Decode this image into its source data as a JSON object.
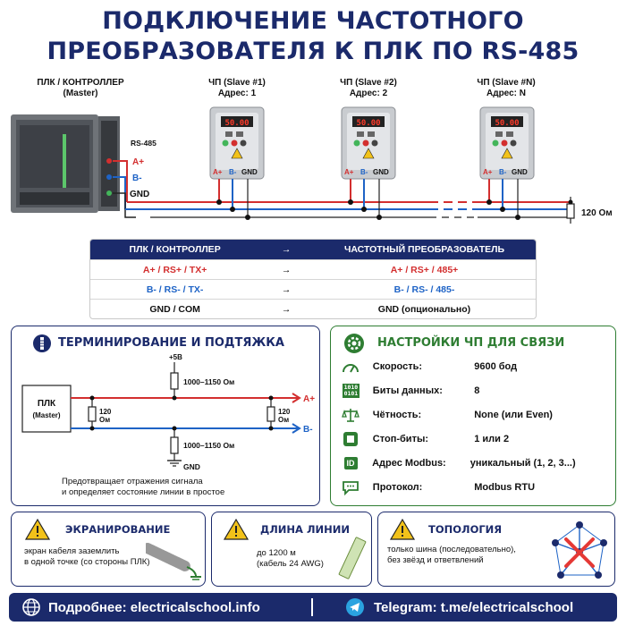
{
  "title": {
    "line1": "ПОДКЛЮЧЕНИЕ ЧАСТОТНОГО",
    "line2": "ПРЕОБРАЗОВАТЕЛЯ К ПЛК ПО RS-485"
  },
  "wiring": {
    "plc_label_1": "ПЛК / КОНТРОЛЛЕР",
    "plc_label_2": "(Master)",
    "rs485_label": "RS-485",
    "term_a": "A+",
    "term_b": "B-",
    "term_gnd": "GND",
    "vfd_terms": [
      "A+",
      "B-",
      "GND"
    ],
    "slaves": [
      {
        "name": "ЧП (Slave #1)",
        "addr": "Адрес: 1",
        "display": "50.00"
      },
      {
        "name": "ЧП (Slave #2)",
        "addr": "Адрес: 2",
        "display": "50.00"
      },
      {
        "name": "ЧП (Slave #N)",
        "addr": "Адрес: N",
        "display": "50.00"
      }
    ],
    "resistor": "120 Ом",
    "colors": {
      "a_line": "#d32f2f",
      "b_line": "#1e63c6",
      "gnd_line": "#222222",
      "brand": "#1b2a6b",
      "green": "#2e7d32"
    }
  },
  "table": {
    "header": [
      "ПЛК / КОНТРОЛЛЕР",
      "→",
      "ЧАСТОТНЫЙ ПРЕОБРАЗОВАТЕЛЬ"
    ],
    "rows": [
      [
        "A+ / RS+ / TX+",
        "→",
        "A+ / RS+ / 485+"
      ],
      [
        "B- / RS- / TX-",
        "→",
        "B- / RS- / 485-"
      ],
      [
        "GND / COM",
        "→",
        "GND (опционально)"
      ]
    ]
  },
  "termination": {
    "title": "ТЕРМИНИРОВАНИЕ И ПОДТЯЖКА",
    "plc": "ПЛК",
    "master": "(Master)",
    "plus5": "+5В",
    "pullup": "1000–1150 Ом",
    "pulldown": "1000–1150 Ом",
    "r_left": "120",
    "r_left_unit": "Ом",
    "r_right": "120",
    "r_right_unit": "Ом",
    "a": "A+",
    "b": "B-",
    "gnd": "GND",
    "note1": "Предотвращает отражения сигнала",
    "note2": "и определяет состояние линии в простое"
  },
  "settings": {
    "title": "НАСТРОЙКИ ЧП ДЛЯ СВЯЗИ",
    "rows": [
      {
        "icon": "speedometer-icon",
        "label": "Скорость:",
        "value": "9600 бод"
      },
      {
        "icon": "binary-icon",
        "label": "Биты данных:",
        "value": "8",
        "icon_text": "1010\n0101"
      },
      {
        "icon": "scales-icon",
        "label": "Чётность:",
        "value": "None (или Even)"
      },
      {
        "icon": "stop-icon",
        "label": "Стоп-биты:",
        "value": "1 или 2"
      },
      {
        "icon": "id-icon",
        "label": "Адрес Modbus:",
        "value": "уникальный (1, 2, 3...)",
        "icon_text": "ID"
      },
      {
        "icon": "chat-icon",
        "label": "Протокол:",
        "value": "Modbus RTU"
      }
    ]
  },
  "shield": {
    "title": "ЭКРАНИРОВАНИЕ",
    "text1": "экран кабеля заземлить",
    "text2": "в одной точке (со стороны ПЛК)"
  },
  "length": {
    "title": "ДЛИНА ЛИНИИ",
    "text1": "до 1200 м",
    "text2": "(кабель 24 AWG)"
  },
  "topology": {
    "title": "ТОПОЛОГИЯ",
    "text1": "только шина (последовательно),",
    "text2": "без звёзд и ответвлений"
  },
  "footer": {
    "left": "Подробнее: electricalschool.info",
    "right": "Telegram: t.me/electricalschool"
  }
}
